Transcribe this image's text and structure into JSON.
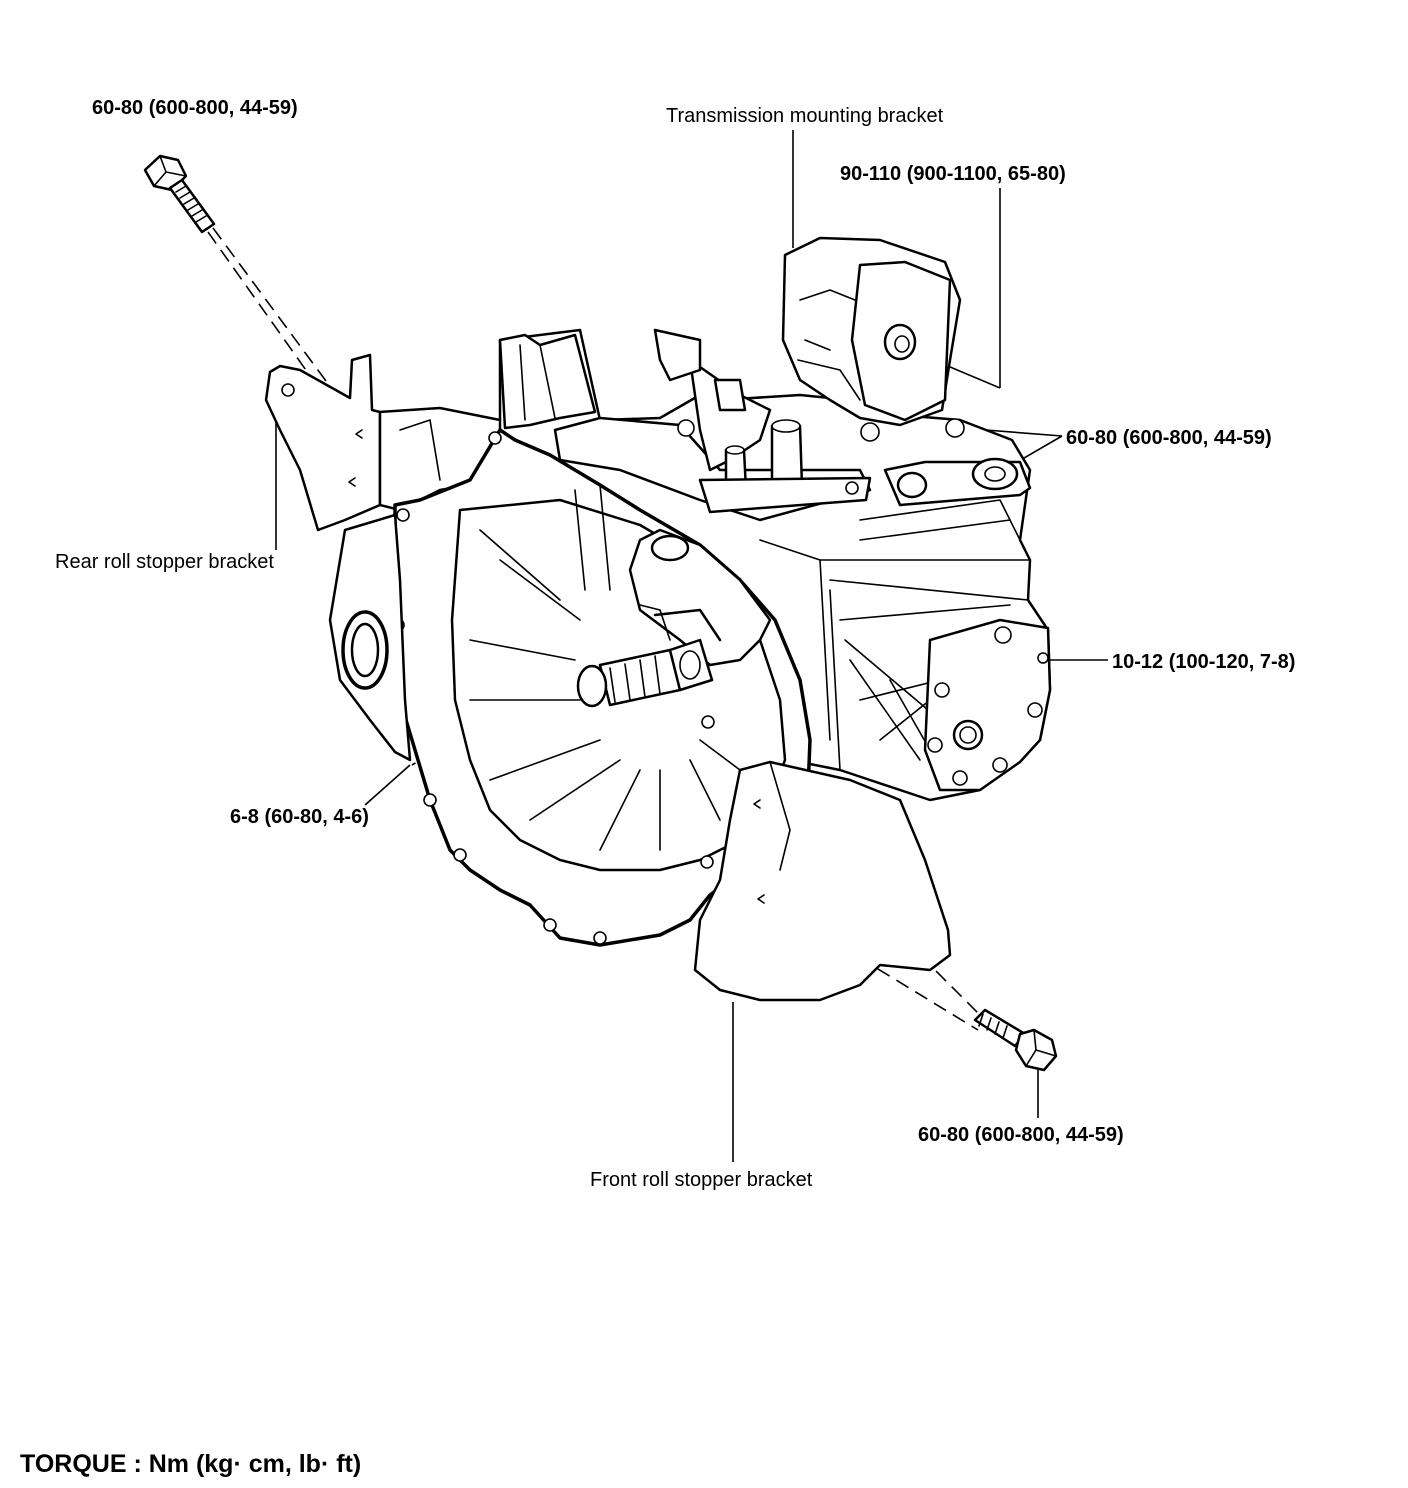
{
  "labels": {
    "bolt_top_left": "60-80 (600-800, 44-59)",
    "transmission_mounting_bracket": "Transmission mounting bracket",
    "mount_bolt": "90-110 (900-1100, 65-80)",
    "bracket_bolts_right": "60-80 (600-800, 44-59)",
    "rear_roll_stopper_bracket": "Rear roll stopper bracket",
    "cover_bolt": "10-12 (100-120, 7-8)",
    "housing_bolt": "6-8 (60-80, 4-6)",
    "bolt_bottom_right": "60-80 (600-800, 44-59)",
    "front_roll_stopper_bracket": "Front roll stopper bracket"
  },
  "footer": {
    "torque_units": "TORQUE : Nm (kg· cm, lb· ft)"
  }
}
